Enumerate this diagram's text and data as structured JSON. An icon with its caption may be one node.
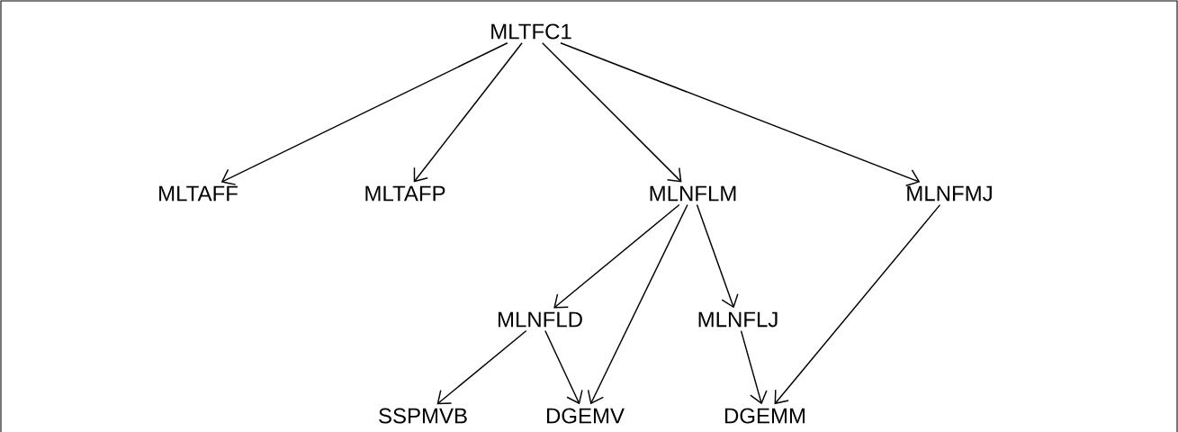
{
  "diagram": {
    "nodes": [
      {
        "text": [
          "MLTFC1"
        ]
      },
      {
        "text": [
          "MLTAFF"
        ]
      },
      {
        "text": [
          "MLTAFP"
        ]
      },
      {
        "text": [
          "MLNFLM"
        ]
      },
      {
        "text": [
          "MLNFMJ"
        ]
      },
      {
        "text": [
          "MLNFLD"
        ]
      },
      {
        "text": [
          "MLNFLJ"
        ]
      },
      {
        "text": [
          "SSPMVB"
        ]
      },
      {
        "text": [
          "DGEMV"
        ]
      },
      {
        "text": [
          "DGEMM"
        ]
      }
    ],
    "edges": [
      {
        "from": 0,
        "to": 1,
        "arrow": "to"
      },
      {
        "from": 0,
        "to": 2,
        "arrow": "to"
      },
      {
        "from": 0,
        "to": 3,
        "arrow": "to"
      },
      {
        "from": 0,
        "to": 4,
        "arrow": "to"
      },
      {
        "from": 3,
        "to": 5,
        "arrow": "to"
      },
      {
        "from": 3,
        "to": 6,
        "arrow": "to"
      },
      {
        "from": 3,
        "to": 8,
        "arrow": "to"
      },
      {
        "from": 4,
        "to": 9,
        "arrow": "to"
      },
      {
        "from": 5,
        "to": 7,
        "arrow": "to"
      },
      {
        "from": 5,
        "to": 8,
        "arrow": "to"
      },
      {
        "from": 6,
        "to": 9,
        "arrow": "to"
      }
    ]
  }
}
